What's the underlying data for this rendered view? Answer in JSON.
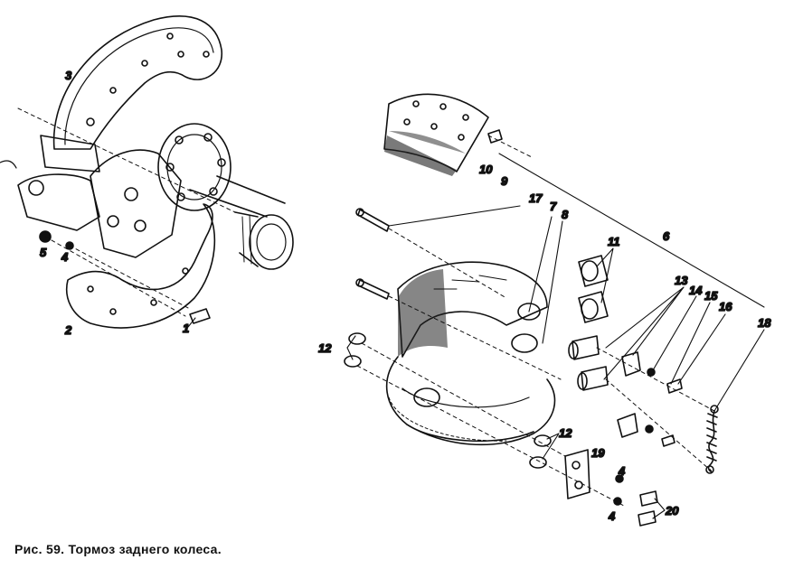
{
  "caption": "Рис. 59. Тормоз заднего колеса.",
  "labels": {
    "l1": "1",
    "l2": "2",
    "l3": "3",
    "l4a": "4",
    "l5": "5",
    "l6": "6",
    "l7": "7",
    "l8": "8",
    "l9": "9",
    "l10": "10",
    "l11": "11",
    "l12a": "12",
    "l12b": "12",
    "l13": "13",
    "l14": "14",
    "l15": "15",
    "l16": "16",
    "l17": "17",
    "l18": "18",
    "l19": "19",
    "l4b": "4",
    "l4c": "4",
    "l20": "20"
  },
  "colors": {
    "ink": "#111111",
    "paper": "#ffffff"
  }
}
